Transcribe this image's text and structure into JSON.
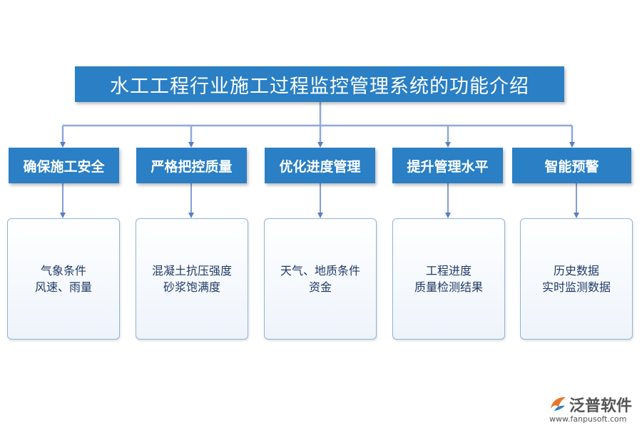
{
  "title": "水工工程行业施工过程监控管理系统的功能介绍",
  "categories": [
    {
      "label": "确保施工安全",
      "details": [
        "气象条件",
        "风速、雨量"
      ]
    },
    {
      "label": "严格把控质量",
      "details": [
        "混凝土抗压强度",
        "砂浆饱满度"
      ]
    },
    {
      "label": "优化进度管理",
      "details": [
        "天气、地质条件",
        "资金"
      ]
    },
    {
      "label": "提升管理水平",
      "details": [
        "工程进度",
        "质量检测结果"
      ]
    },
    {
      "label": "智能预警",
      "details": [
        "历史数据",
        "实时监测数据"
      ]
    }
  ],
  "brand": {
    "name": "泛普软件",
    "url": "www.fanpusoft.com",
    "icon": "fanpu-logo-icon"
  },
  "colors": {
    "box_fill": "#2a7fc5",
    "connector": "#8fa8d8",
    "arrow": "#5b7ec4",
    "detail_border": "#8fb4d9"
  }
}
